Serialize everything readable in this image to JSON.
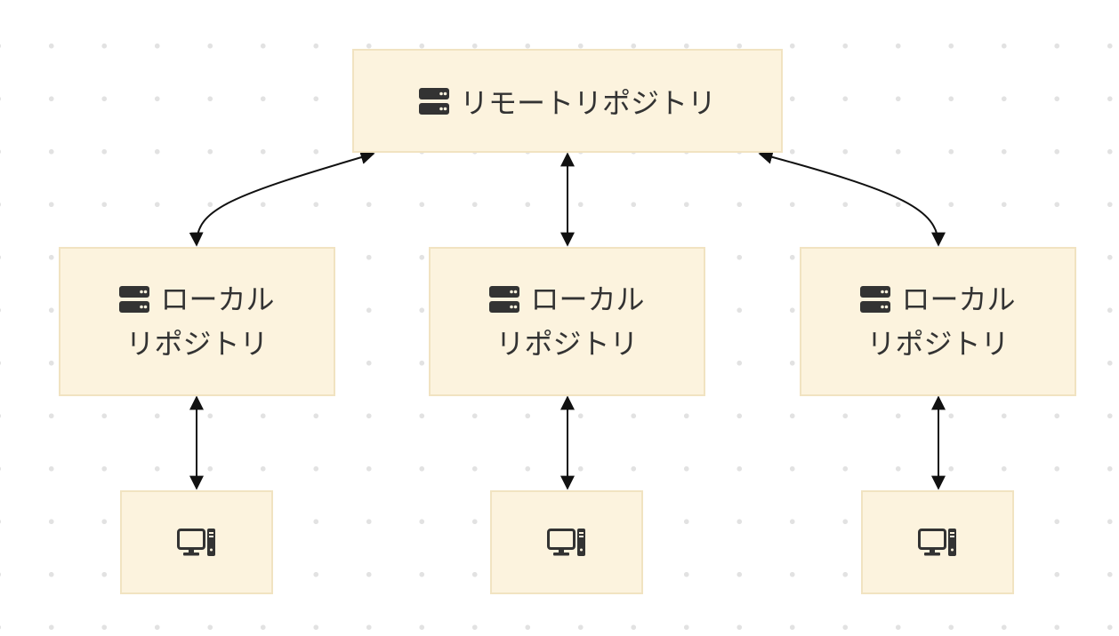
{
  "diagram": {
    "remote": {
      "label": "リモートリポジトリ",
      "icon": "server-icon"
    },
    "locals": [
      {
        "line1": "ローカル",
        "line2": "リポジトリ",
        "icon": "server-icon"
      },
      {
        "line1": "ローカル",
        "line2": "リポジトリ",
        "icon": "server-icon"
      },
      {
        "line1": "ローカル",
        "line2": "リポジトリ",
        "icon": "server-icon"
      }
    ],
    "clients": [
      {
        "icon": "desktop-icon"
      },
      {
        "icon": "desktop-icon"
      },
      {
        "icon": "desktop-icon"
      }
    ],
    "colors": {
      "node_fill": "#fcf3de",
      "node_border": "#f1e3c1",
      "edge": "#111111",
      "text": "#333333",
      "icon": "#333333"
    }
  }
}
